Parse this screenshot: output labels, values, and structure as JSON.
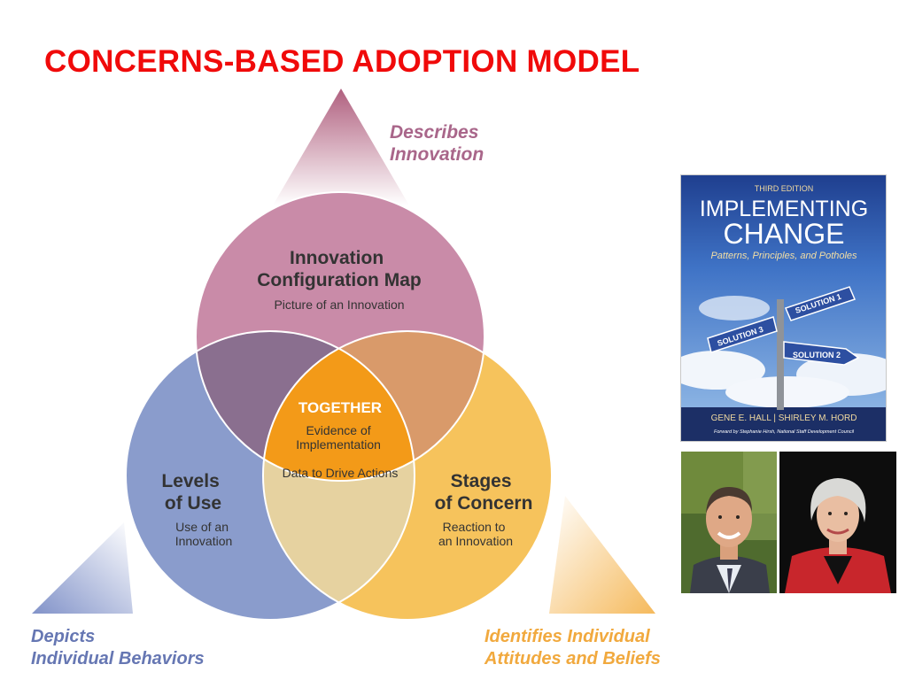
{
  "title": "CONCERNS-BASED ADOPTION MODEL",
  "triangle_labels": {
    "top": [
      "Describes",
      "Innovation"
    ],
    "left": [
      "Depicts",
      "Individual Behaviors"
    ],
    "right": [
      "Identifies Individual",
      "Attitudes and Beliefs"
    ]
  },
  "circles": {
    "top": {
      "title": [
        "Innovation",
        "Configuration Map"
      ],
      "subtitle": [
        "Picture of an Innovation"
      ]
    },
    "left": {
      "title": [
        "Levels",
        "of Use"
      ],
      "subtitle": [
        "Use of an",
        "Innovation"
      ]
    },
    "right": {
      "title": [
        "Stages",
        "of Concern"
      ],
      "subtitle": [
        "Reaction to",
        "an Innovation"
      ]
    }
  },
  "center": {
    "title": "TOGETHER",
    "lines": [
      "Evidence of",
      "Implementation",
      "Data to Drive Actions"
    ]
  },
  "book": {
    "edition": "THIRD EDITION",
    "title_line1": "IMPLEMENTING",
    "title_line2": "CHANGE",
    "subtitle": "Patterns, Principles, and Potholes",
    "signs": [
      "SOLUTION 1",
      "SOLUTION 3",
      "SOLUTION 2"
    ],
    "authors": "GENE E. HALL | SHIRLEY M. HORD",
    "foreword": "Forward by Stephanie Hirsh, National Staff Development Council"
  },
  "colors": {
    "title": "#f00a0a",
    "circle_top": "#c98ba8",
    "circle_left": "#8a9ccc",
    "circle_right": "#f6c35c",
    "center": "#f39a18",
    "book_bg": "#2a4d9c"
  }
}
